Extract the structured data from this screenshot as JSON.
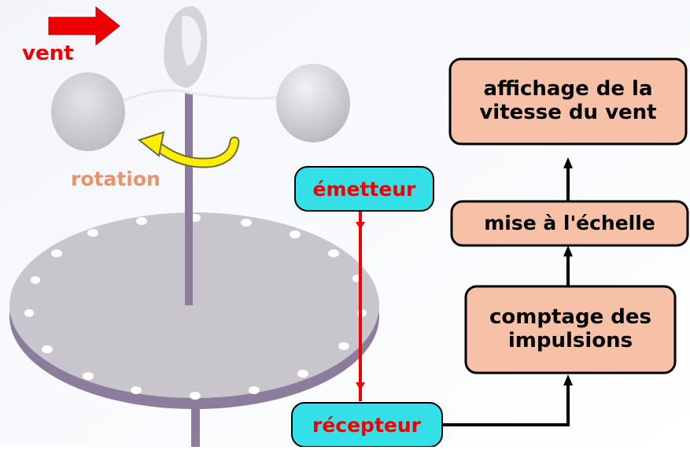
{
  "labels": {
    "wind": "vent",
    "rotation": "rotation",
    "emitter": "émetteur",
    "receiver": "récepteur"
  },
  "blocks": {
    "display": "affichage de la\nvitesse du vent",
    "scaling": "mise à l'échelle",
    "counting": "comptage des\nimpulsions"
  },
  "colors": {
    "wind_label": "#ee0000",
    "wind_arrow": "#ee0000",
    "rotation_label": "#e8926e",
    "rotation_arrow": "#ffee00",
    "sensor_box": "#33e0e8",
    "sensor_text": "#ee0000",
    "process_box": "#f7c1a8",
    "beam": "#ee0000",
    "connector": "#000000",
    "anemometer": "#c9c5cc",
    "shaft": "#8c7d9c",
    "disc_holes": "#ffffff"
  }
}
